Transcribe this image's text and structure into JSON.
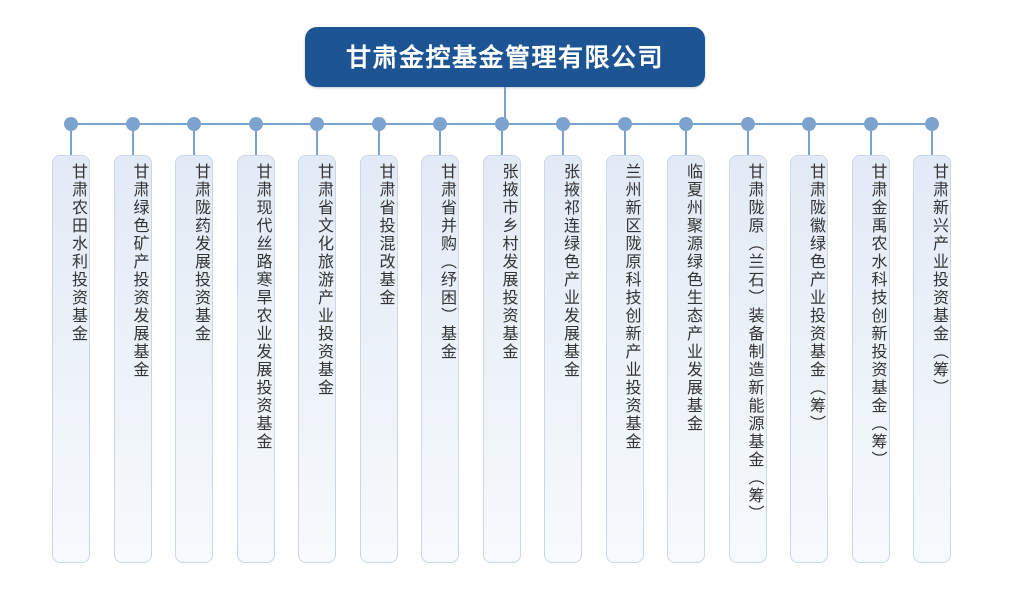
{
  "diagram": {
    "type": "organization-tree",
    "orientation": "top-down-single-level",
    "root": {
      "label": "甘肃金控基金管理有限公司",
      "fill_color": "#1d5494",
      "text_color": "#ffffff"
    },
    "connector": {
      "line_color": "#7ba3ce",
      "node_dot_color": "#7ba3ce"
    },
    "leaf_style": {
      "border_color": "#ccd7e6",
      "fill_top_color": "#e2eaf5",
      "fill_bottom_color": "#f7fafd",
      "text_color": "#333333",
      "text_direction": "vertical"
    },
    "children": [
      {
        "index": 1,
        "label": "甘肃农田水利投资基金"
      },
      {
        "index": 2,
        "label": "甘肃绿色矿产投资发展基金"
      },
      {
        "index": 3,
        "label": "甘肃陇药发展投资基金"
      },
      {
        "index": 4,
        "label": "甘肃现代丝路寒旱农业发展投资基金"
      },
      {
        "index": 5,
        "label": "甘肃省文化旅游产业投资基金"
      },
      {
        "index": 6,
        "label": "甘肃省投混改基金"
      },
      {
        "index": 7,
        "label": "甘肃省并购（纾困）基金"
      },
      {
        "index": 8,
        "label": "张掖市乡村发展投资基金"
      },
      {
        "index": 9,
        "label": "张掖祁连绿色产业发展基金"
      },
      {
        "index": 10,
        "label": "兰州新区陇原科技创新产业投资基金"
      },
      {
        "index": 11,
        "label": "临夏州聚源绿色生态产业发展基金"
      },
      {
        "index": 12,
        "label": "甘肃陇原（兰石）装备制造新能源基金（筹）"
      },
      {
        "index": 13,
        "label": "甘肃陇徽绿色产业投资基金（筹）"
      },
      {
        "index": 14,
        "label": "甘肃金禹农水科技创新投资基金（筹）"
      },
      {
        "index": 15,
        "label": "甘肃新兴产业投资基金（筹）"
      }
    ]
  }
}
